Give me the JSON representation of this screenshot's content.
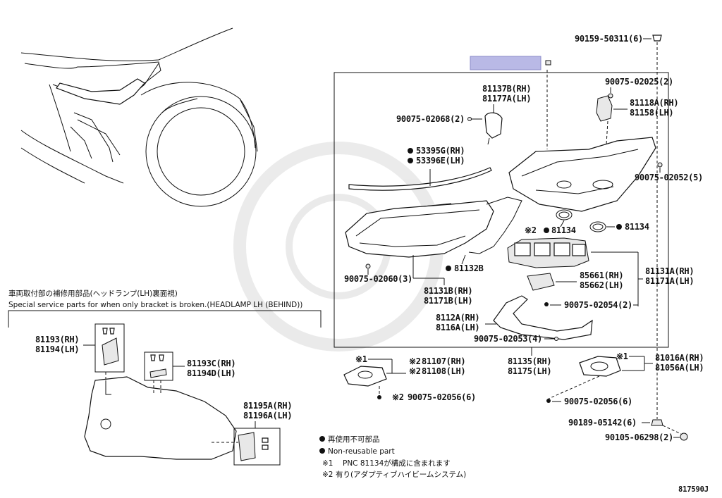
{
  "legend": {
    "bullet_jp": "再使用不可部品",
    "bullet_en": "Non-reusable part",
    "note1_mark": "※1",
    "note1_text": "PNC 81134が構成に含まれます",
    "note2_mark": "※2",
    "note2_text": "有り(アダプティブハイビームシステム)"
  },
  "special_section": {
    "title_jp": "車両取付部の補修用部品(ヘッドランプ(LH)裏面視)",
    "title_en": "Special service parts for when only bracket is broken.(HEADLAMP LH (BEHIND))"
  },
  "diagram_id": "817590J",
  "labels": {
    "p90159": "90159-50311(6)",
    "p90075_02025": "90075-02025(2)",
    "p81118A": "81118A(RH)",
    "p81158": "81158(LH)",
    "p81137B": "81137B(RH)",
    "p81177A": "81177A(LH)",
    "p90075_02068": "90075-02068(2)",
    "p53395G": "53395G(RH)",
    "p53396E": "53396E(LH)",
    "p90075_02052": "90075-02052(5)",
    "p81134_a": "81134",
    "p81134_b": "81134",
    "p81132B": "81132B",
    "p90075_02060": "90075-02060(3)",
    "p81131B": "81131B(RH)",
    "p81171B": "81171B(LH)",
    "p85661": "85661(RH)",
    "p85662": "85662(LH)",
    "p81131A": "81131A(RH)",
    "p81171A": "81171A(LH)",
    "p90075_02054": "90075-02054(2)",
    "p8112A": "8112A(RH)",
    "p8116A": "8116A(LH)",
    "p90075_02053": "90075-02053(4)",
    "p81107": "81107(RH)",
    "p81108": "81108(LH)",
    "p81135": "81135(RH)",
    "p81175": "81175(LH)",
    "p81016A": "81016A(RH)",
    "p81056A": "81056A(LH)",
    "p90075_02056_a": "90075-02056(6)",
    "p90075_02056_b": "90075-02056(6)",
    "p90189": "90189-05142(6)",
    "p90105": "90105-06298(2)",
    "p81193": "81193(RH)",
    "p81194": "81194(LH)",
    "p81193C": "81193C(RH)",
    "p81194D": "81194D(LH)",
    "p81195A": "81195A(RH)",
    "p81196A": "81196A(LH)",
    "m1_a": "※1",
    "m1_b": "※1",
    "m2_a": "※2",
    "m2_b": "※2",
    "m2_c": "※2",
    "m2_d": "※2"
  }
}
